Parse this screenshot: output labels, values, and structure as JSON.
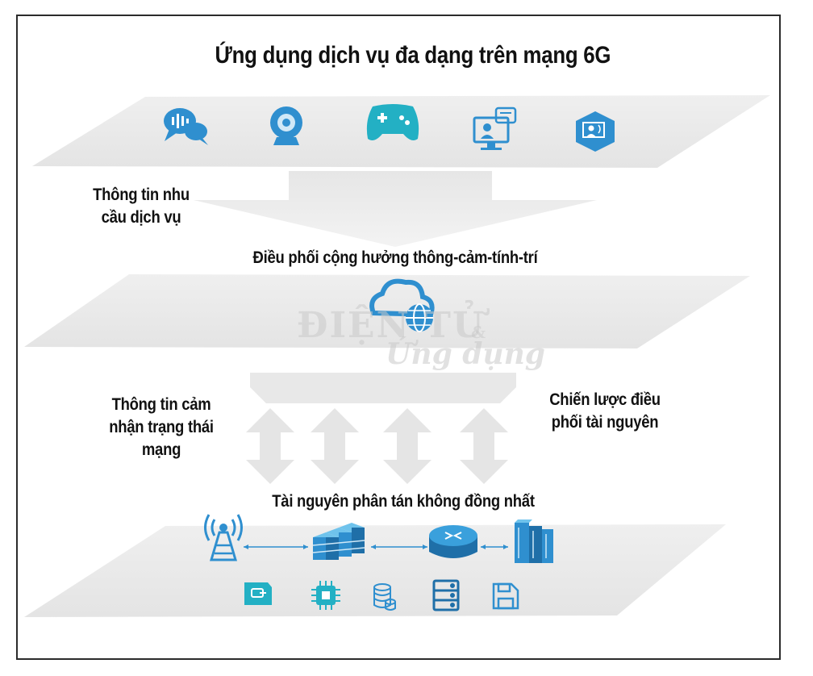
{
  "title": "Ứng dụng dịch vụ đa dạng trên mạng 6G",
  "labels": {
    "service_demand": [
      "Thông tin nhu",
      "cầu dịch vụ"
    ],
    "coordination": "Điều phối cộng hưởng thông-cảm-tính-trí",
    "network_sensing": [
      "Thông tin cảm",
      "nhận trạng thái",
      "mạng"
    ],
    "resource_strategy": [
      "Chiến lược điều",
      "phối tài nguyên"
    ],
    "heterogeneous_resources": "Tài nguyên phân tán không đồng nhất"
  },
  "watermark": {
    "line1": "ĐIỆN TỬ",
    "line2": "Ứng dụng",
    "mark": "&"
  },
  "colors": {
    "icon_blue": "#2f8fcf",
    "icon_teal": "#23b0c4",
    "plane_gray": "#e9e9e9",
    "arrow_gray": "#e2e2e2"
  },
  "service_icons": [
    "voice-chat-icon",
    "webcam-icon",
    "gamepad-icon",
    "online-teacher-icon",
    "video-conference-icon"
  ],
  "hub_icon": "cloud-globe-icon",
  "resource_icons": [
    "antenna-tower-icon",
    "server-blocks-icon",
    "router-icon",
    "server-rack-icon"
  ],
  "storage_icons": [
    "sd-card-icon",
    "chip-icon",
    "database-icon",
    "server-cabinet-icon",
    "floppy-disk-icon"
  ]
}
